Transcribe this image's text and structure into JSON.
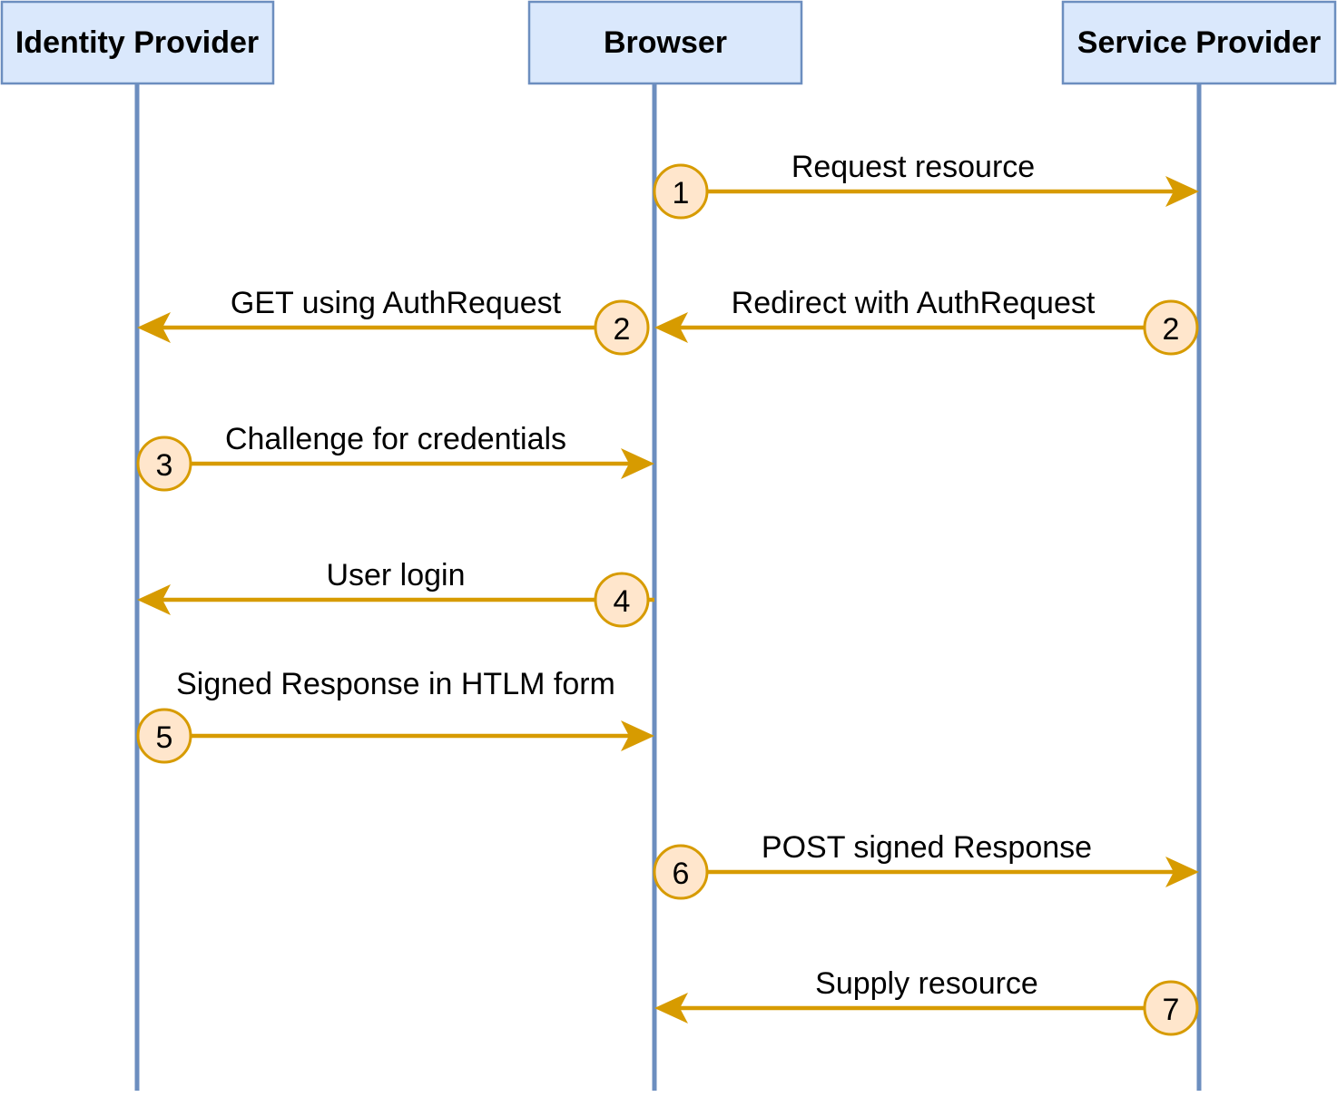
{
  "colors": {
    "actor_fill": "#dae8fc",
    "actor_stroke": "#6c8ebf",
    "lifeline": "#6c8ebf",
    "arrow": "#d79b00",
    "step_fill": "#ffe6cc",
    "step_stroke": "#d79b00"
  },
  "actors": [
    {
      "id": "idp",
      "label": "Identity Provider"
    },
    {
      "id": "browser",
      "label": "Browser"
    },
    {
      "id": "sp",
      "label": "Service Provider"
    }
  ],
  "messages": [
    {
      "from": "browser",
      "to": "sp",
      "label": "Request resource",
      "step": "1",
      "badge_at": "from"
    },
    {
      "from": "sp",
      "to": "browser",
      "label": "Redirect with AuthRequest",
      "step": "2",
      "badge_at": "from"
    },
    {
      "from": "browser",
      "to": "idp",
      "label": "GET using AuthRequest",
      "step": "2",
      "badge_at": "from"
    },
    {
      "from": "idp",
      "to": "browser",
      "label": "Challenge for credentials",
      "step": "3",
      "badge_at": "from"
    },
    {
      "from": "browser",
      "to": "idp",
      "label": "User login",
      "step": "4",
      "badge_at": "from"
    },
    {
      "from": "idp",
      "to": "browser",
      "label": "Signed Response in HTLM form",
      "step": "5",
      "badge_at": "from"
    },
    {
      "from": "browser",
      "to": "sp",
      "label": "POST signed Response",
      "step": "6",
      "badge_at": "from"
    },
    {
      "from": "sp",
      "to": "browser",
      "label": "Supply resource",
      "step": "7",
      "badge_at": "from"
    }
  ]
}
